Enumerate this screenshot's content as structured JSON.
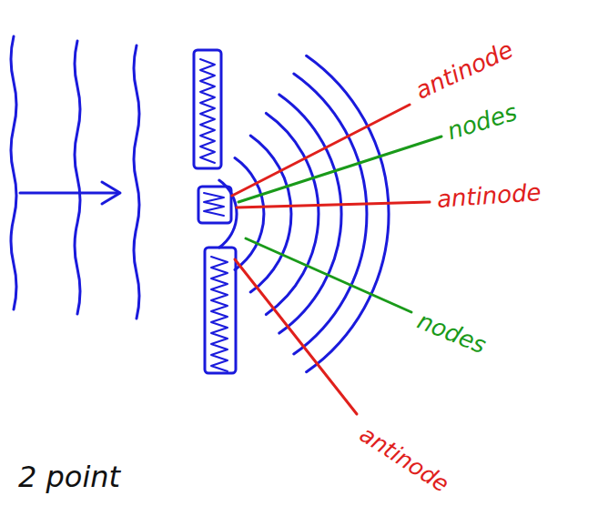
{
  "diagram": {
    "labels": [
      "antinode",
      "nodes",
      "antinode",
      "nodes",
      "antinode",
      "2 point"
    ]
  }
}
